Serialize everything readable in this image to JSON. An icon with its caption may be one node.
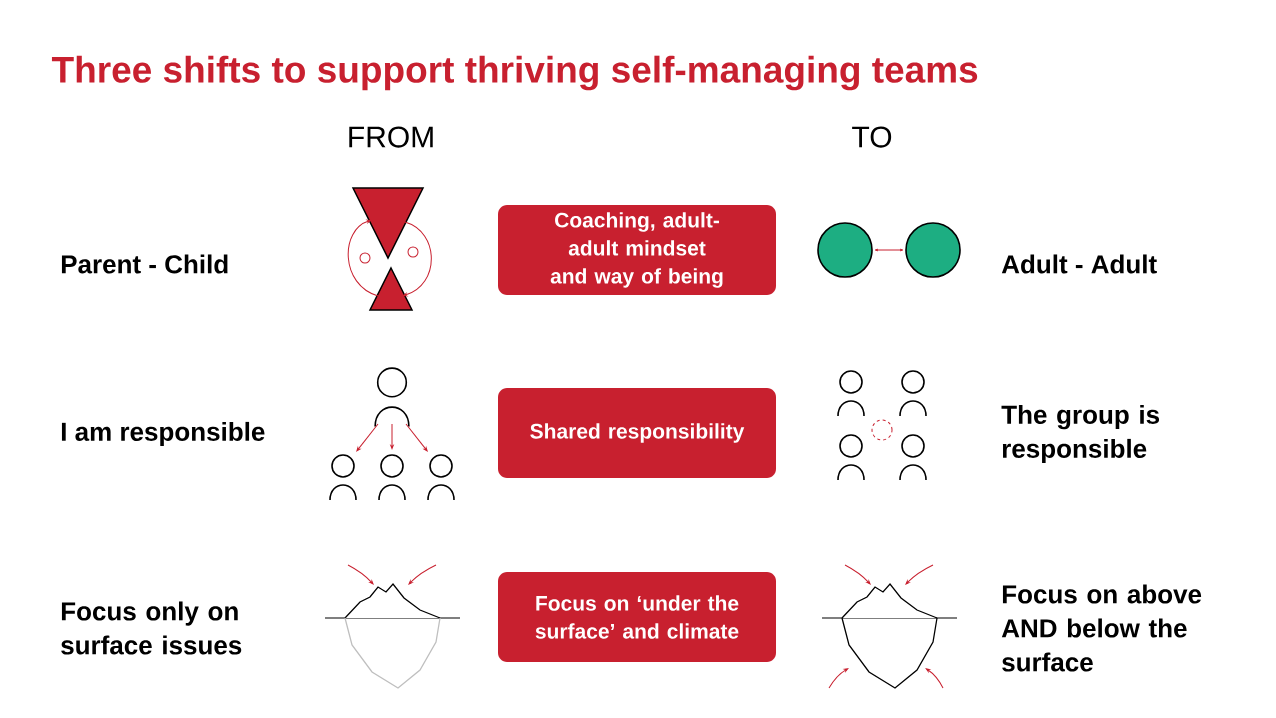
{
  "diagram": {
    "title": "Three shifts to support thriving self-managing teams",
    "nodes": [
      {
        "text": [
          "Coaching, adult-adult mindset and way of being"
        ]
      },
      {
        "text": [
          "Shared responsibility"
        ]
      },
      {
        "text": [
          "Focus on ‘under the surface’ and climate"
        ]
      }
    ],
    "labels": [
      "FROM",
      "TO",
      "Parent - Child",
      "Adult - Adult",
      "I am responsible",
      "The group is responsible",
      "Focus only on surface issues",
      "Focus on above AND below the surface"
    ]
  }
}
